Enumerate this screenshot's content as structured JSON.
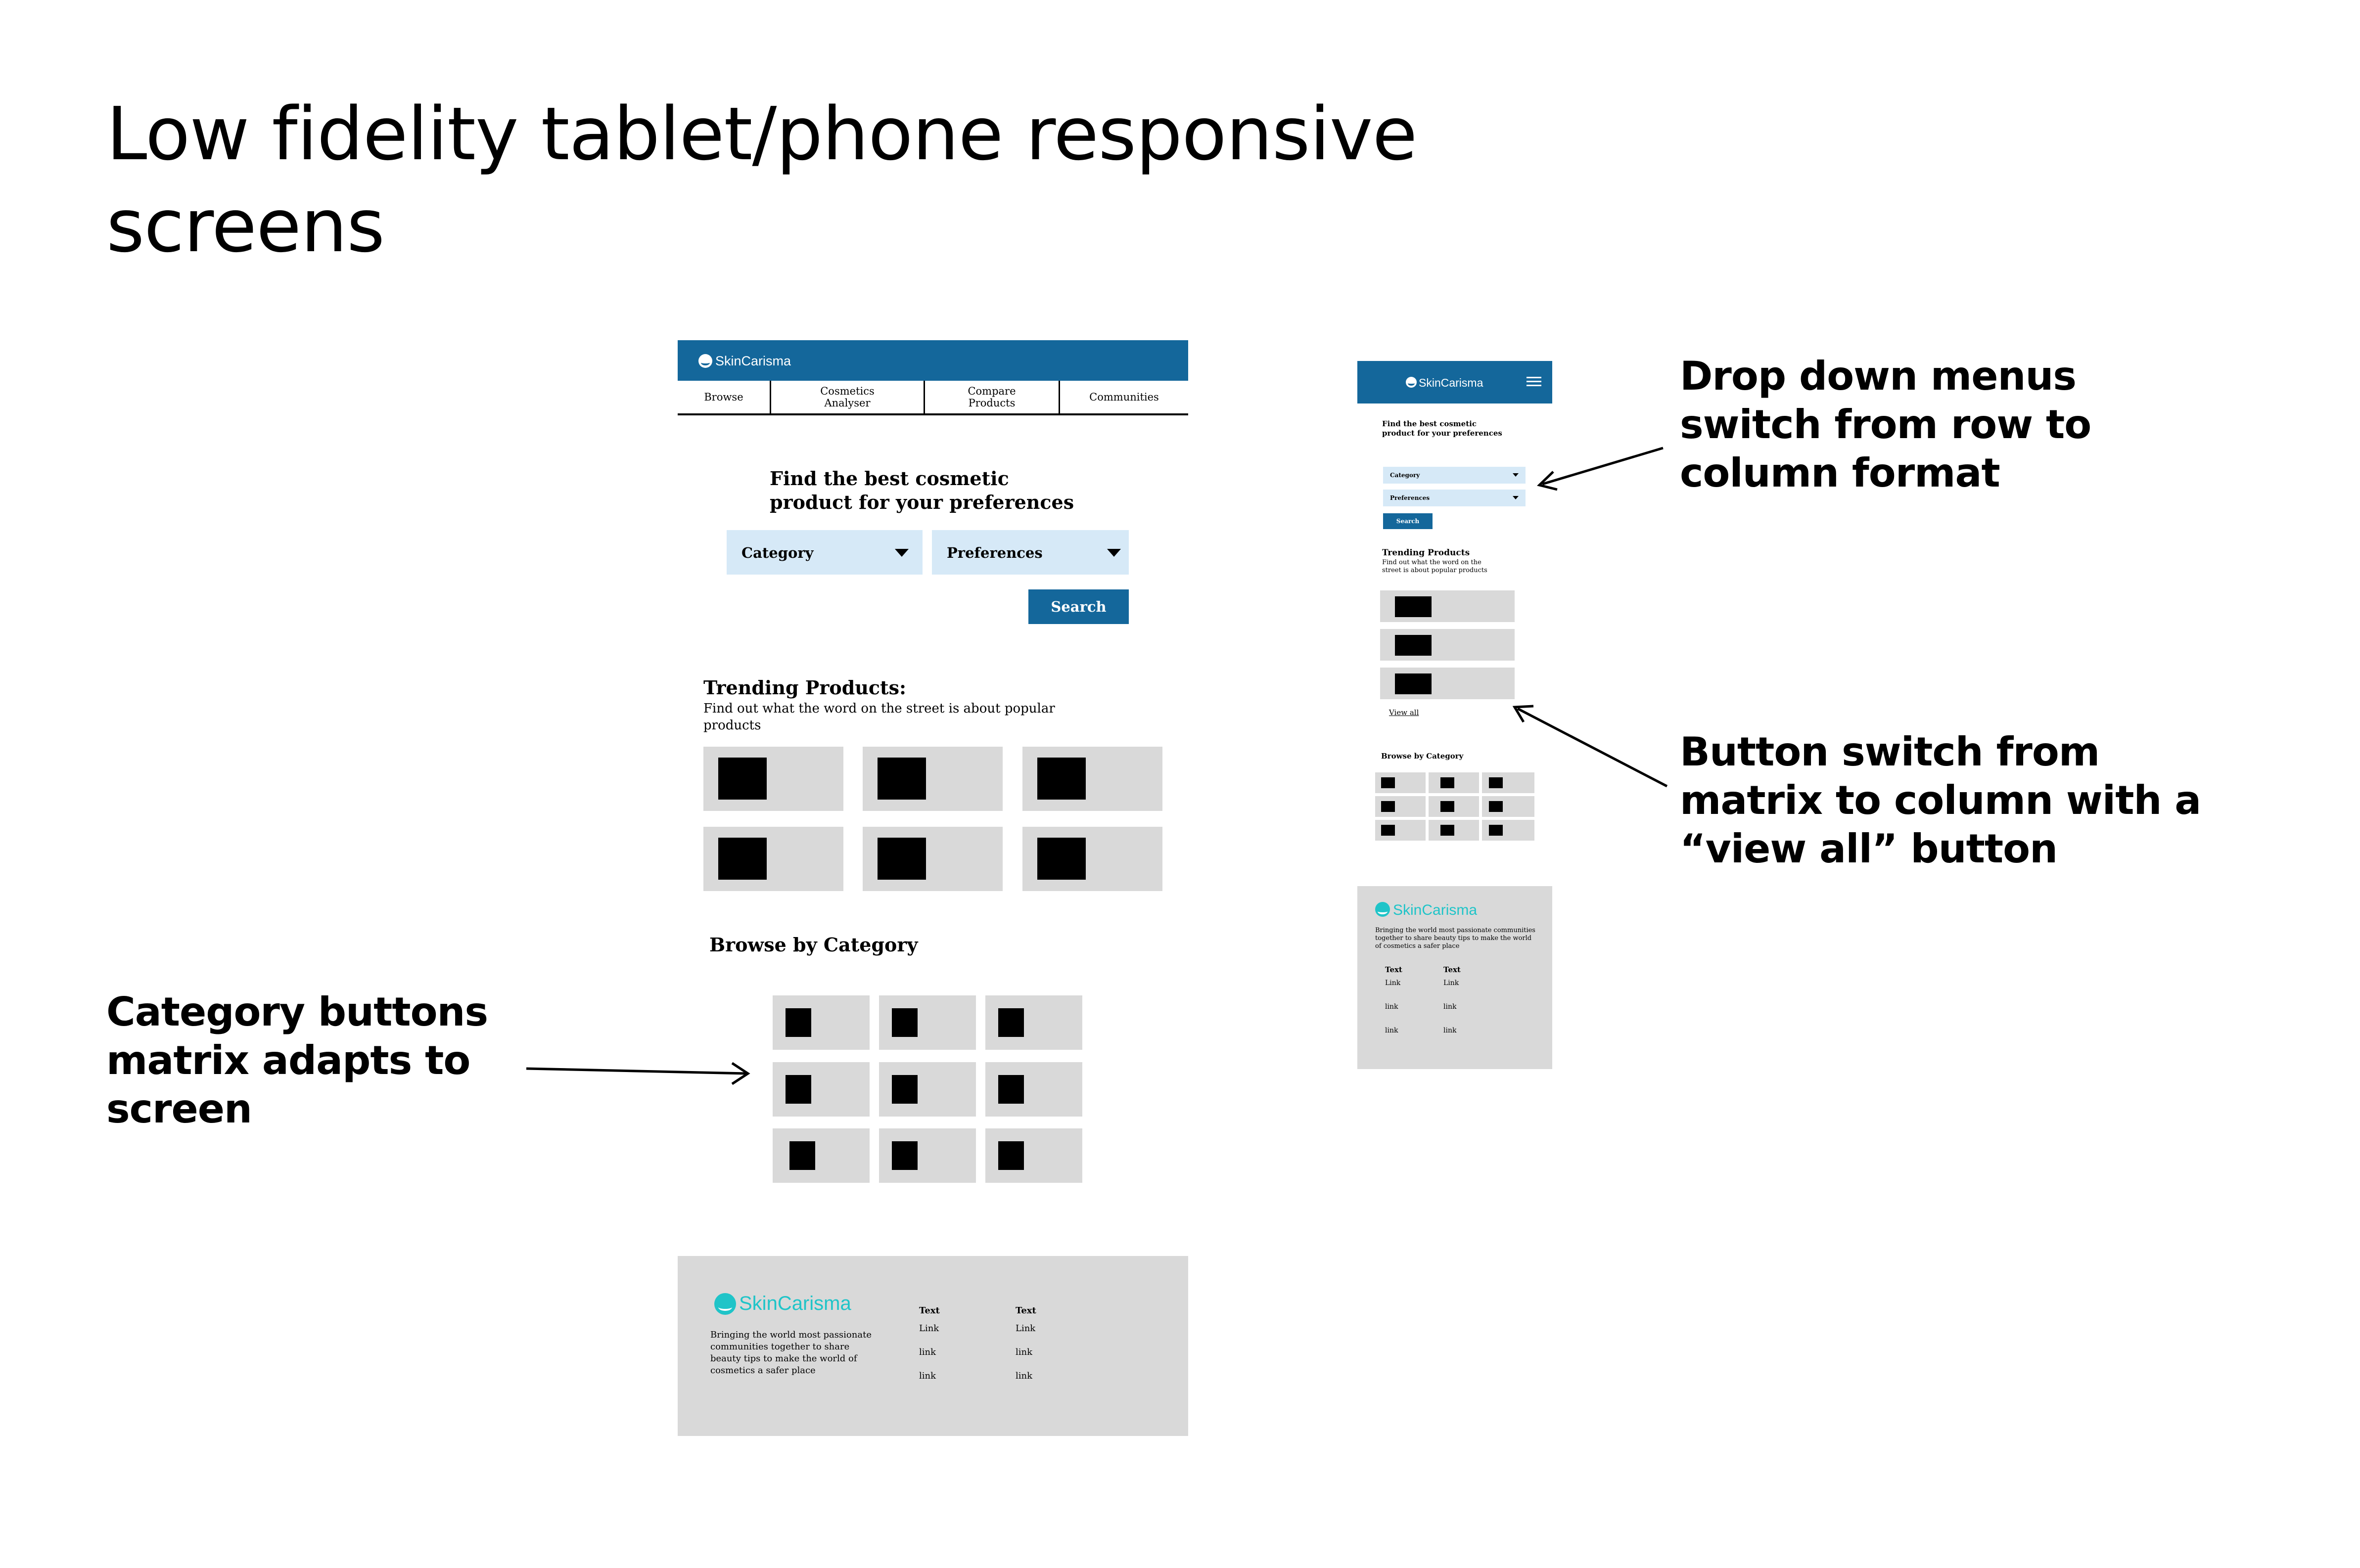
{
  "slide_title": "Low fidelity tablet/phone responsive screens",
  "annotations": {
    "dropdown": "Drop down menus switch from row to column format",
    "button_switch": "Button switch from matrix to column with a “view all” button",
    "category_matrix": "Category buttons matrix adapts to screen"
  },
  "brand": {
    "name": "SkinCarisma",
    "color_primary": "#14679b",
    "color_teal": "#1fc4c8"
  },
  "tablet": {
    "nav": [
      "Browse",
      "Cosmetics Analyser",
      "Compare Products",
      "Communities"
    ],
    "hero_title": "Find the best cosmetic product for your preferences",
    "category_label": "Category",
    "preferences_label": "Preferences",
    "search_label": "Search",
    "trending_title": "Trending Products:",
    "trending_subtitle": "Find out what the word on the street is about popular products",
    "browse_title": "Browse by Category",
    "footer": {
      "tagline": "Bringing the world most passionate communities together to share beauty tips to make the world of cosmetics a safer place",
      "col1": {
        "head": "Text",
        "links": [
          "Link",
          "link",
          "link"
        ]
      },
      "col2": {
        "head": "Text",
        "links": [
          "Link",
          "link",
          "link"
        ]
      }
    }
  },
  "phone": {
    "hero_title": "Find the best cosmetic product for your preferences",
    "category_label": "Category",
    "preferences_label": "Preferences",
    "search_label": "Search",
    "trending_title": "Trending Products",
    "trending_subtitle": "Find out what the word on the street is about popular products",
    "view_all": "View all",
    "browse_title": "Browse by Category",
    "footer": {
      "tagline": "Bringing the world most passionate communities together to share beauty tips to make the world of cosmetics a safer place",
      "col1": {
        "head": "Text",
        "links": [
          "Link",
          "link",
          "link"
        ]
      },
      "col2": {
        "head": "Text",
        "links": [
          "Link",
          "link",
          "link"
        ]
      }
    }
  }
}
